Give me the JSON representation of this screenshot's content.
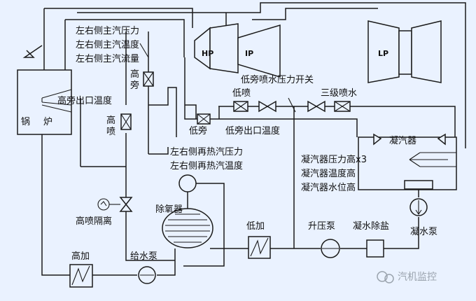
{
  "labels": {
    "main_pressure": "左右侧主汽压力",
    "main_temp": "左右侧主汽温度",
    "main_flow": "左右侧主汽流量",
    "hp_bypass_a": "高",
    "hp_bypass_b": "旁",
    "hp_bypass_outlet_temp": "高旁出口温度",
    "hp_spray_a": "高",
    "hp_spray_b": "喷",
    "boiler_a": "锅",
    "boiler_b": "炉",
    "hp": "HP",
    "ip": "IP",
    "lp": "LP",
    "lp_bypass_spray_pressure_switch": "低旁喷水压力开关",
    "lp_spray": "低喷",
    "tertiary_spray": "三级喷水",
    "lp_bypass": "低旁",
    "lp_bypass_outlet_temp": "低旁出口温度",
    "condenser": "凝汽器",
    "reheat_pressure": "左右侧再热汽压力",
    "reheat_temp": "左右侧再热汽温度",
    "condenser_pressure_high": "凝汽器压力高x3",
    "condenser_temp_high": "凝汽器温度高",
    "condenser_level_high": "凝汽器水位高",
    "deaerator": "除氧器",
    "lp_heater": "低加",
    "booster_pump": "升压泵",
    "condensate_polishing": "凝水除盐",
    "condensate_pump": "凝水泵",
    "hp_spray_isolation": "高喷隔离",
    "hp_heater": "高加",
    "feed_pump": "给水泵",
    "watermark": "汽机监控"
  },
  "colors": {
    "background": "#eaf2ff",
    "line": "#1b1b1b",
    "watermark": "#9aa3ad"
  }
}
